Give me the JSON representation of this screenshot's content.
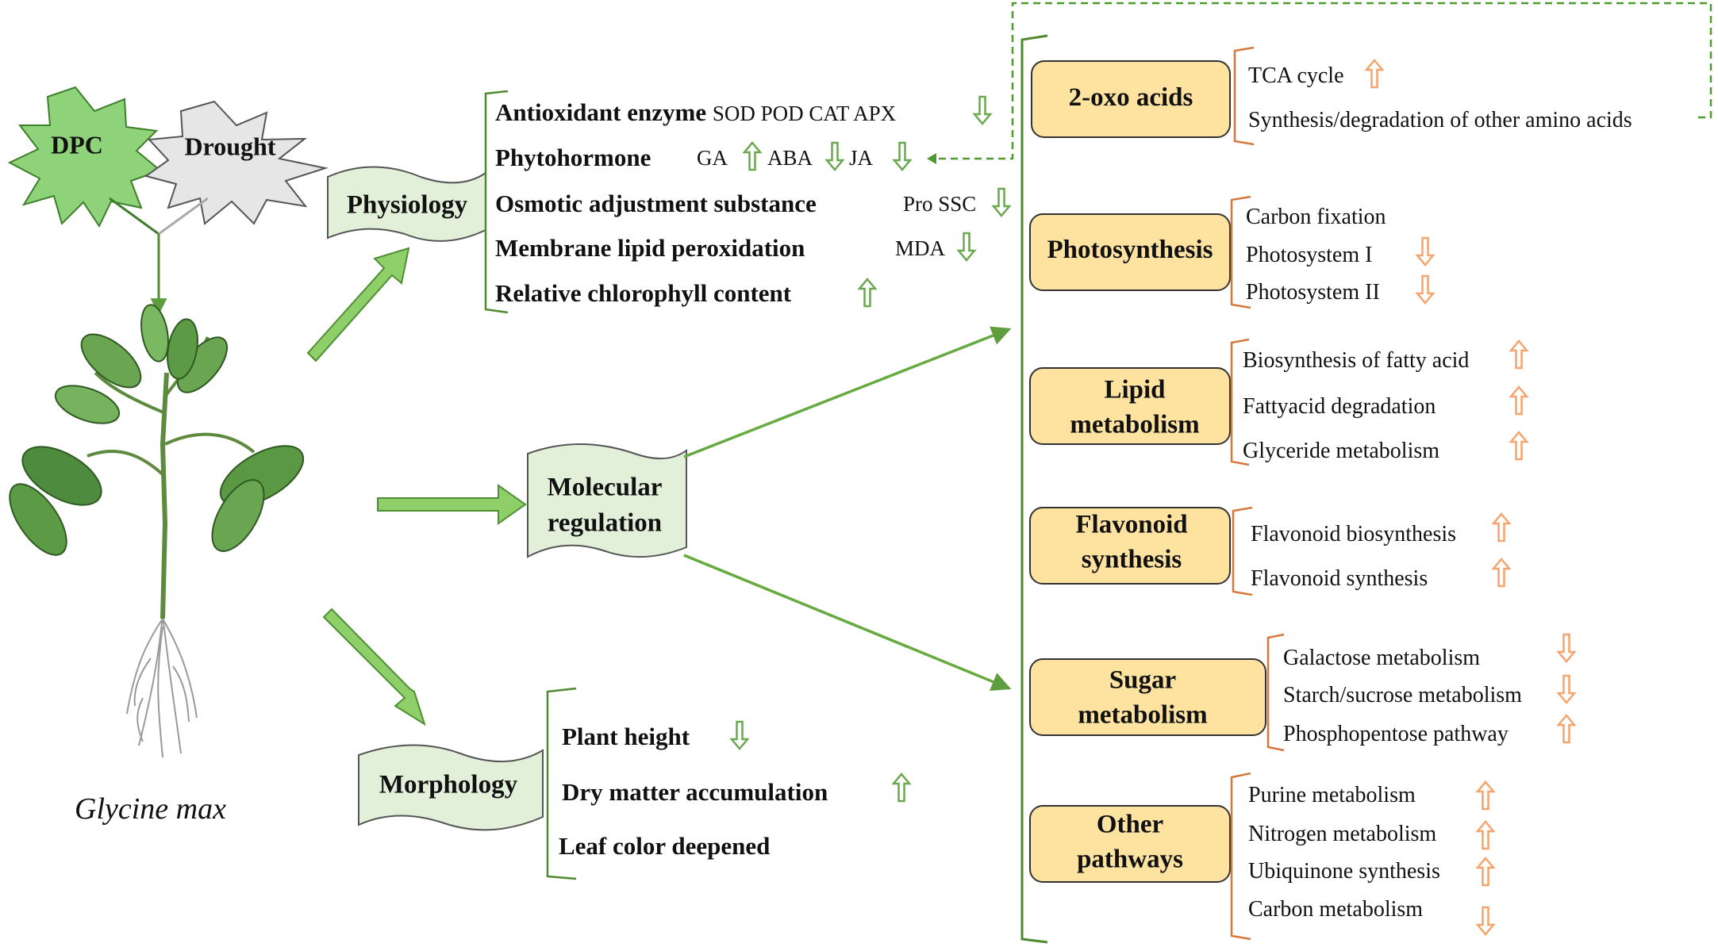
{
  "inputs": {
    "dpc": "DPC",
    "drought": "Drought"
  },
  "species": "Glycine max",
  "physiology": {
    "label": "Physiology",
    "items": [
      {
        "name": "Antioxidant enzyme",
        "detail": "SOD POD CAT APX"
      },
      {
        "name": "Phytohormone",
        "detail1": "GA",
        "detail2": "ABA",
        "detail3": "JA"
      },
      {
        "name": "Osmotic adjustment substance",
        "detail": "Pro SSC"
      },
      {
        "name": "Membrane lipid peroxidation",
        "detail": "MDA"
      },
      {
        "name": "Relative chlorophyll content"
      }
    ]
  },
  "molecular": {
    "label_line1": "Molecular",
    "label_line2": "regulation"
  },
  "morphology": {
    "label": "Morphology",
    "items": [
      "Plant height",
      "Dry matter accumulation",
      "Leaf color deepened"
    ]
  },
  "pathways": [
    {
      "line1": "2-oxo acids",
      "line2": "",
      "items": [
        "TCA cycle",
        "Synthesis/degradation of other amino acids"
      ]
    },
    {
      "line1": "Photosynthesis",
      "line2": "",
      "items": [
        "Carbon fixation",
        "Photosystem I",
        "Photosystem II"
      ]
    },
    {
      "line1": "Lipid",
      "line2": "metabolism",
      "items": [
        "Biosynthesis of fatty acid",
        "Fattyacid degradation",
        "Glyceride metabolism"
      ]
    },
    {
      "line1": "Flavonoid",
      "line2": "synthesis",
      "items": [
        "Flavonoid biosynthesis",
        "Flavonoid synthesis"
      ]
    },
    {
      "line1": "Sugar",
      "line2": "metabolism",
      "items": [
        "Galactose metabolism",
        "Starch/sucrose metabolism",
        "Phosphopentose pathway"
      ]
    },
    {
      "line1": "Other",
      "line2": "pathways",
      "items": [
        "Purine metabolism",
        "Nitrogen metabolism",
        "Ubiquinone synthesis",
        "Carbon metabolism"
      ]
    }
  ],
  "colors": {
    "green_arrow": "#7fbf5a",
    "green_arrow_stroke": "#4f8f33",
    "green_up_down": "#6aa84f",
    "orange_arrow": "#f4a46c",
    "box_fill": "#fde2a0",
    "flag_fill": "#e2f0d9",
    "bracket_green": "#4e8a2e",
    "bracket_orange": "#d9773a",
    "star_green": "#8ed37a",
    "star_gray": "#e6e6e6"
  }
}
